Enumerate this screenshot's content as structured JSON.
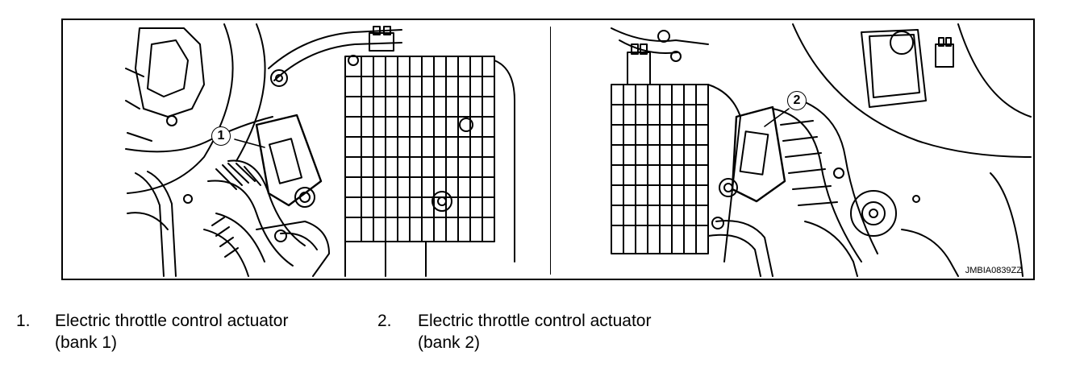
{
  "figure": {
    "image_code": "JMBIA0839ZZ",
    "callouts": [
      {
        "number": "1"
      },
      {
        "number": "2"
      }
    ]
  },
  "legend": [
    {
      "number": "1.",
      "line1": "Electric throttle control actuator",
      "line2": "(bank 1)"
    },
    {
      "number": "2.",
      "line1": "Electric throttle control actuator",
      "line2": "(bank 2)"
    }
  ]
}
